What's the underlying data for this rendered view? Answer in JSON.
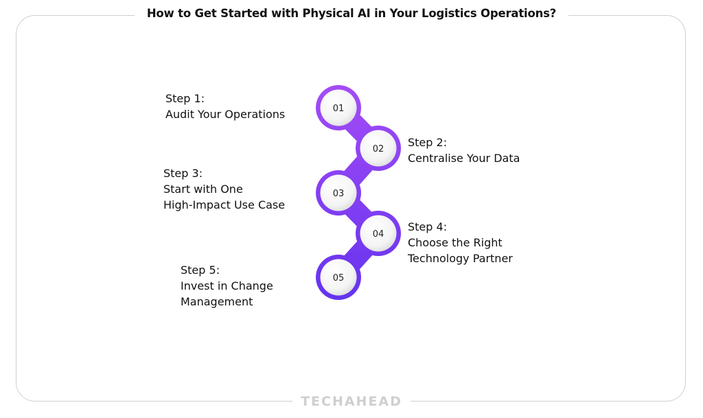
{
  "title": "How to Get Started with Physical AI in Your Logistics Operations?",
  "steps": [
    {
      "number": "01",
      "label": "Step 1:",
      "lines": [
        "Audit Your Operations"
      ]
    },
    {
      "number": "02",
      "label": "Step 2:",
      "lines": [
        "Centralise Your Data"
      ]
    },
    {
      "number": "03",
      "label": "Step 3:",
      "lines": [
        "Start with One",
        "High-Impact Use Case"
      ]
    },
    {
      "number": "04",
      "label": "Step 4:",
      "lines": [
        "Choose the Right",
        "Technology Partner"
      ]
    },
    {
      "number": "05",
      "label": "Step 5:",
      "lines": [
        "Invest in Change",
        "Management"
      ]
    }
  ],
  "footer_logo": "TECHAHEAD",
  "colors": {
    "ring_top": "#a54cf6",
    "ring_bottom": "#6433ef",
    "border": "#cfcfcf"
  }
}
